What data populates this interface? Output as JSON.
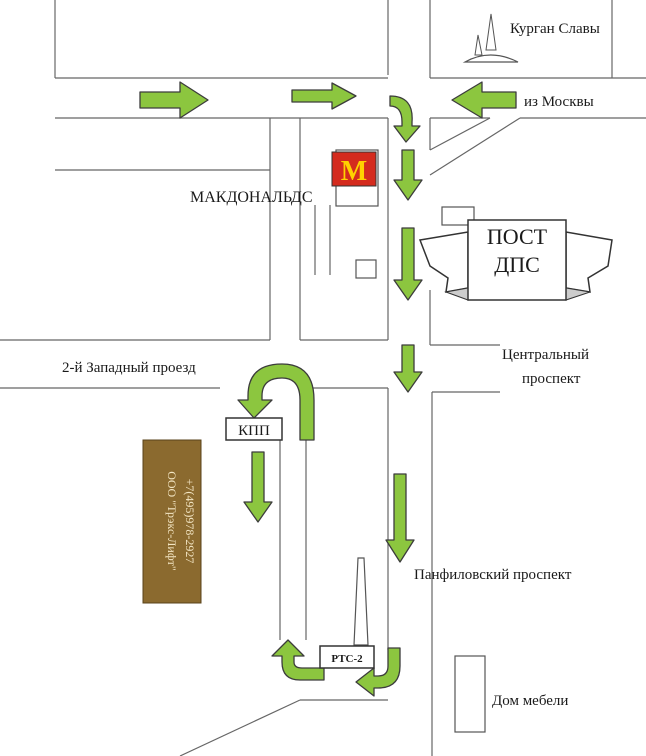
{
  "labels": {
    "kurgan": "Курган Славы",
    "from_moscow": "из Москвы",
    "mcdonalds": "МАКДОНАЛЬДС",
    "mcdonalds_logo": "M",
    "post_line1": "ПОСТ",
    "post_line2": "ДПС",
    "zapadny": "2-й Западный проезд",
    "central_line1": "Центральный",
    "central_line2": "проспект",
    "kpp": "КПП",
    "panfilovsky": "Панфиловский проспект",
    "rts": "РТС-2",
    "dom_mebeli": "Дом мебели"
  },
  "company_sign": {
    "name": "ООО \"Трэкс-Лифт\"",
    "phone": "+7(495)978-2927"
  },
  "colors": {
    "arrow_fill": "#8cc63f",
    "sign_fill": "#8b6a2f",
    "logo_red": "#d42b1e",
    "logo_yellow": "#ffd200"
  }
}
